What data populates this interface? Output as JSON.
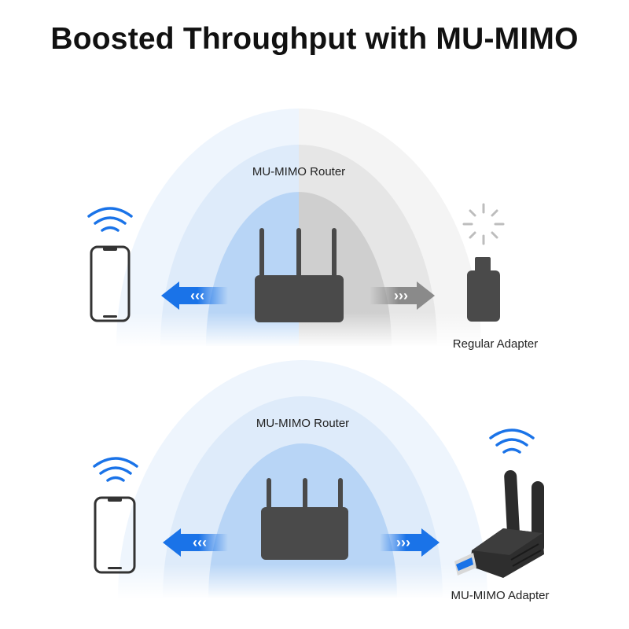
{
  "title": "Boosted Throughput with MU-MIMO",
  "top_panel": {
    "router_label": "MU-MIMO Router",
    "adapter_label": "Regular Adapter",
    "left_arrow": "‹‹‹",
    "right_arrow": "›››"
  },
  "bottom_panel": {
    "router_label": "MU-MIMO Router",
    "adapter_label": "MU-MIMO Adapter",
    "left_arrow": "‹‹‹",
    "right_arrow": "›››"
  },
  "colors": {
    "blue": "#1a73e8",
    "gray": "#8a8a8a",
    "device": "#4a4a4a"
  }
}
